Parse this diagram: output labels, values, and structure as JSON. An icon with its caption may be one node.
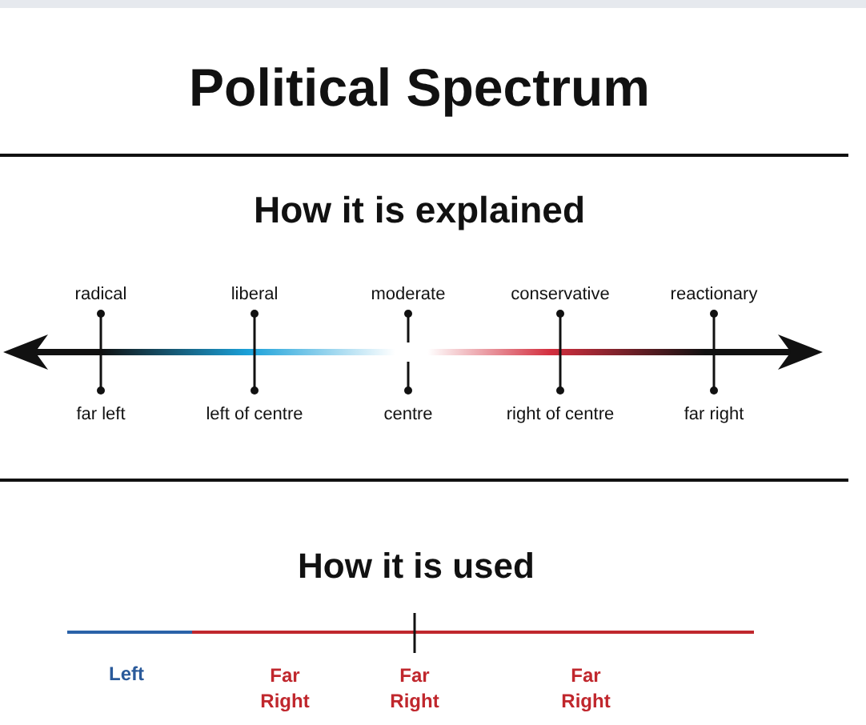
{
  "diagram": {
    "title": "Political Spectrum",
    "labels": [
      "How it is explained",
      "radical",
      "liberal",
      "moderate",
      "conservative",
      "reactionary",
      "far left",
      "left of centre",
      "centre",
      "right of centre",
      "far right",
      "How it is used",
      "Left",
      "Far Right",
      "Far Right",
      "Far Right"
    ]
  }
}
